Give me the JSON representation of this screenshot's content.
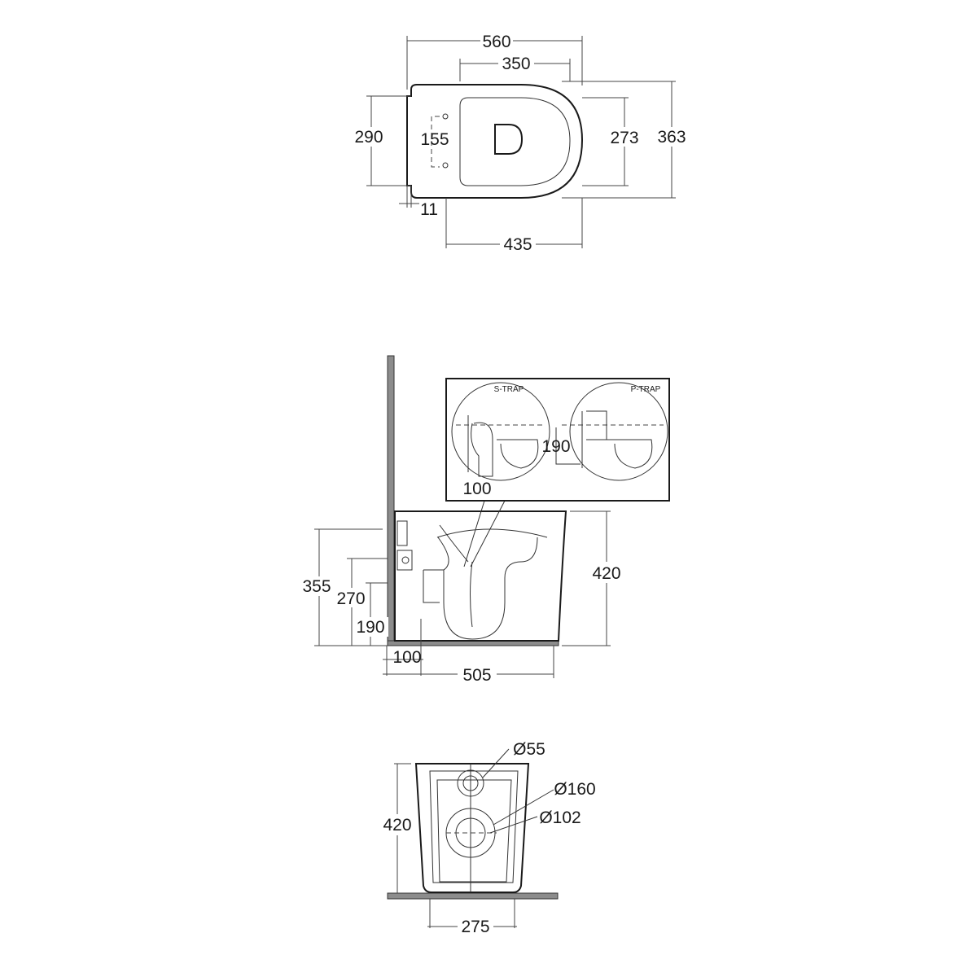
{
  "top_view": {
    "overall_length": "560",
    "seat_length": "350",
    "width": "290",
    "fixing_spacing": "155",
    "seat_width": "273",
    "overall_width": "363",
    "offset": "11",
    "body_length": "435"
  },
  "side_view": {
    "inset": {
      "s_trap_label": "S-TRAP",
      "p_trap_label": "P-TRAP",
      "s_trap_dim": "100",
      "p_trap_dim": "190"
    },
    "height_355": "355",
    "height_270": "270",
    "height_190": "190",
    "height_420": "420",
    "wall_offset": "100",
    "length": "505"
  },
  "front_view": {
    "inlet_diameter": "Ø55",
    "outlet_outer_diameter": "Ø160",
    "outlet_inner_diameter": "Ø102",
    "height": "420",
    "fixing_width": "275"
  },
  "colors": {
    "line": "#1a1a1a",
    "wall": "#8c8c8c"
  }
}
